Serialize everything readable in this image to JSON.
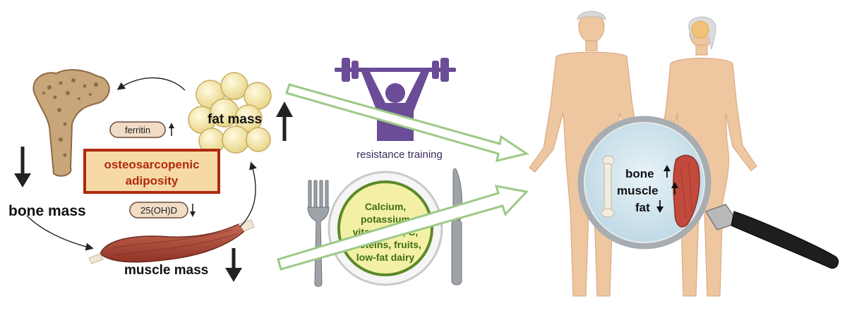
{
  "left_panel": {
    "bone_label": "bone mass",
    "muscle_label": "muscle mass",
    "fat_label": "fat mass",
    "ferritin_label": "ferritin",
    "vitd_label": "25(OH)D",
    "center_title_line1": "osteosarcopenic",
    "center_title_line2": "adiposity"
  },
  "intervention": {
    "training_label": "resistance training",
    "plate_lines": [
      "Calcium,",
      "potassium",
      "vitamins D, C,",
      "proteins, fruits,",
      "low-fat dairy"
    ]
  },
  "magnifier": {
    "bone_label": "bone",
    "muscle_label": "muscle",
    "fat_label": "fat"
  },
  "colors": {
    "accent_red": "#b02a10",
    "center_box_fill": "#f6d9a4",
    "plate_text": "#3f6e12",
    "plate_fill": "#f3f0a6",
    "plate_border": "#5c8a28",
    "training_purple": "#6a4c97",
    "arrow_green": "#9cc985",
    "skin": "#eec6a0"
  }
}
